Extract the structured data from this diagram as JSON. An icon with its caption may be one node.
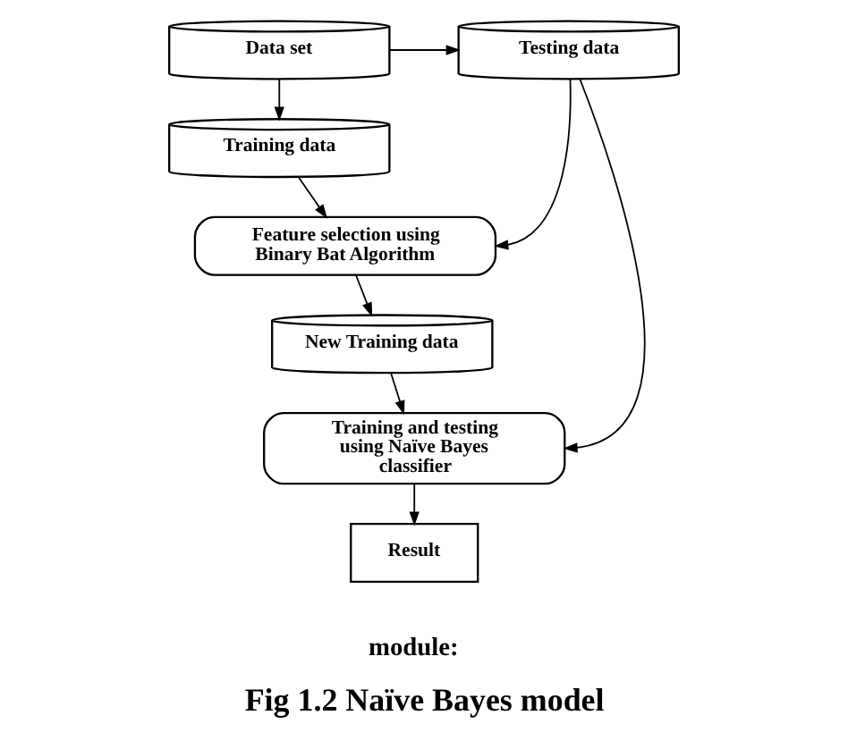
{
  "diagram": {
    "caption": "Fig 1.2 Naïve Bayes model",
    "nodes": [
      {
        "text": [
          "Data set"
        ]
      },
      {
        "text": [
          "Testing data"
        ]
      },
      {
        "text": [
          "Training data"
        ]
      },
      {
        "text": [
          "Feature selection using Binary Bat Algorithm"
        ]
      },
      {
        "text": [
          "New Training data"
        ]
      },
      {
        "text": [
          "Training and testing using Naïve Bayes classifier"
        ]
      },
      {
        "text": [
          "Result"
        ]
      }
    ],
    "edges": [
      {
        "from": 0,
        "to": 1,
        "arrow": "to"
      },
      {
        "from": 0,
        "to": 2,
        "arrow": "to"
      },
      {
        "from": 2,
        "to": 3,
        "arrow": "to"
      },
      {
        "from": 1,
        "to": 3,
        "arrow": "to"
      },
      {
        "from": 3,
        "to": 4,
        "arrow": "to"
      },
      {
        "from": 4,
        "to": 5,
        "arrow": "to"
      },
      {
        "from": 1,
        "to": 5,
        "arrow": "to"
      },
      {
        "from": 5,
        "to": 6,
        "arrow": "to"
      }
    ],
    "labels": [
      "module:"
    ]
  }
}
